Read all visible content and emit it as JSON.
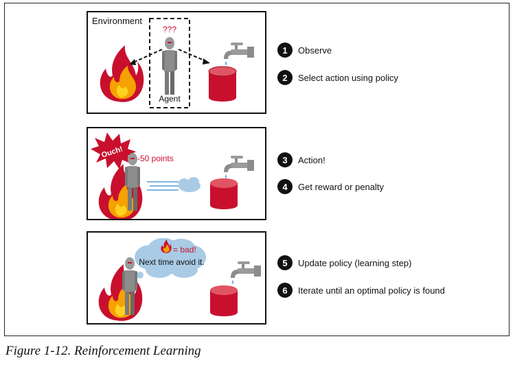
{
  "panel1": {
    "environment_label": "Environment",
    "question_marks": "???",
    "agent_label": "Agent"
  },
  "panel2": {
    "ouch_label": "Ouch!",
    "points_label": "-50 points"
  },
  "panel3": {
    "thought_bad": "= bad!",
    "thought_text": "Next time avoid it."
  },
  "steps": [
    {
      "num": "1",
      "label": "Observe"
    },
    {
      "num": "2",
      "label": "Select action using policy"
    },
    {
      "num": "3",
      "label": "Action!"
    },
    {
      "num": "4",
      "label": "Get reward or penalty"
    },
    {
      "num": "5",
      "label": "Update policy (learning step)"
    },
    {
      "num": "6",
      "label": "Iterate until an optimal policy is found"
    }
  ],
  "caption": "Figure 1-12. Reinforcement Learning",
  "colors": {
    "fire_red": "#c8102e",
    "fire_orange": "#f5a100",
    "bucket_red": "#c8102e",
    "label_red": "#c8102e",
    "cloud": "#a9cbe6"
  }
}
